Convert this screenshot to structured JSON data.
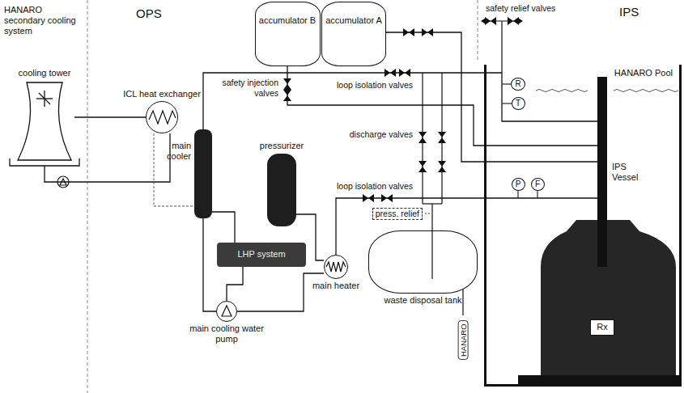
{
  "diagram": {
    "nodes": [
      {
        "text": [
          "cooling tower"
        ]
      },
      {
        "text": [
          "ICL heat exchanger"
        ]
      },
      {
        "text": [
          "accumulator B"
        ]
      },
      {
        "text": [
          "accumulator A"
        ]
      },
      {
        "text": [
          "main cooler"
        ]
      },
      {
        "text": [
          "pressurizer"
        ]
      },
      {
        "text": [
          "LHP system"
        ]
      },
      {
        "text": [
          "main cooling water pump"
        ]
      },
      {
        "text": [
          "main heater"
        ]
      },
      {
        "text": [
          "waste disposal tank"
        ]
      },
      {
        "text": [
          "HANARO Pool"
        ]
      },
      {
        "text": [
          "R"
        ],
        "in": 10
      },
      {
        "text": [
          "T"
        ],
        "in": 10
      },
      {
        "text": [
          "P"
        ],
        "in": 10
      },
      {
        "text": [
          "F"
        ],
        "in": 10
      },
      {
        "text": [
          "IPS Vessel"
        ],
        "in": 10
      },
      {
        "text": [
          "Rx"
        ],
        "in": 10
      }
    ],
    "edges": [
      {
        "from": 0,
        "to": 1,
        "arrow": "none"
      },
      {
        "from": 1,
        "to": 4,
        "arrow": "none"
      },
      {
        "from": 15,
        "to": 4,
        "arrow": "none"
      },
      {
        "from": 8,
        "to": 15,
        "arrow": "none"
      },
      {
        "from": 4,
        "to": 7,
        "arrow": "none"
      },
      {
        "from": 4,
        "to": 6,
        "arrow": "none"
      },
      {
        "from": 6,
        "to": 7,
        "arrow": "none"
      },
      {
        "from": 7,
        "to": 8,
        "arrow": "none"
      },
      {
        "from": 5,
        "to": 8,
        "arrow": "none"
      },
      {
        "from": 2,
        "to": 15,
        "arrow": "none"
      },
      {
        "from": 3,
        "to": 15,
        "arrow": "none"
      },
      {
        "from": 1,
        "to": 0,
        "arrow": "none"
      }
    ],
    "labels": [
      "HANARO secondary cooling system",
      "OPS",
      "IPS",
      "safety relief valves",
      "safety injection valves",
      "loop isolation valves",
      "loop isolation valves",
      "discharge valves",
      "press. relief",
      "HANARO"
    ]
  }
}
